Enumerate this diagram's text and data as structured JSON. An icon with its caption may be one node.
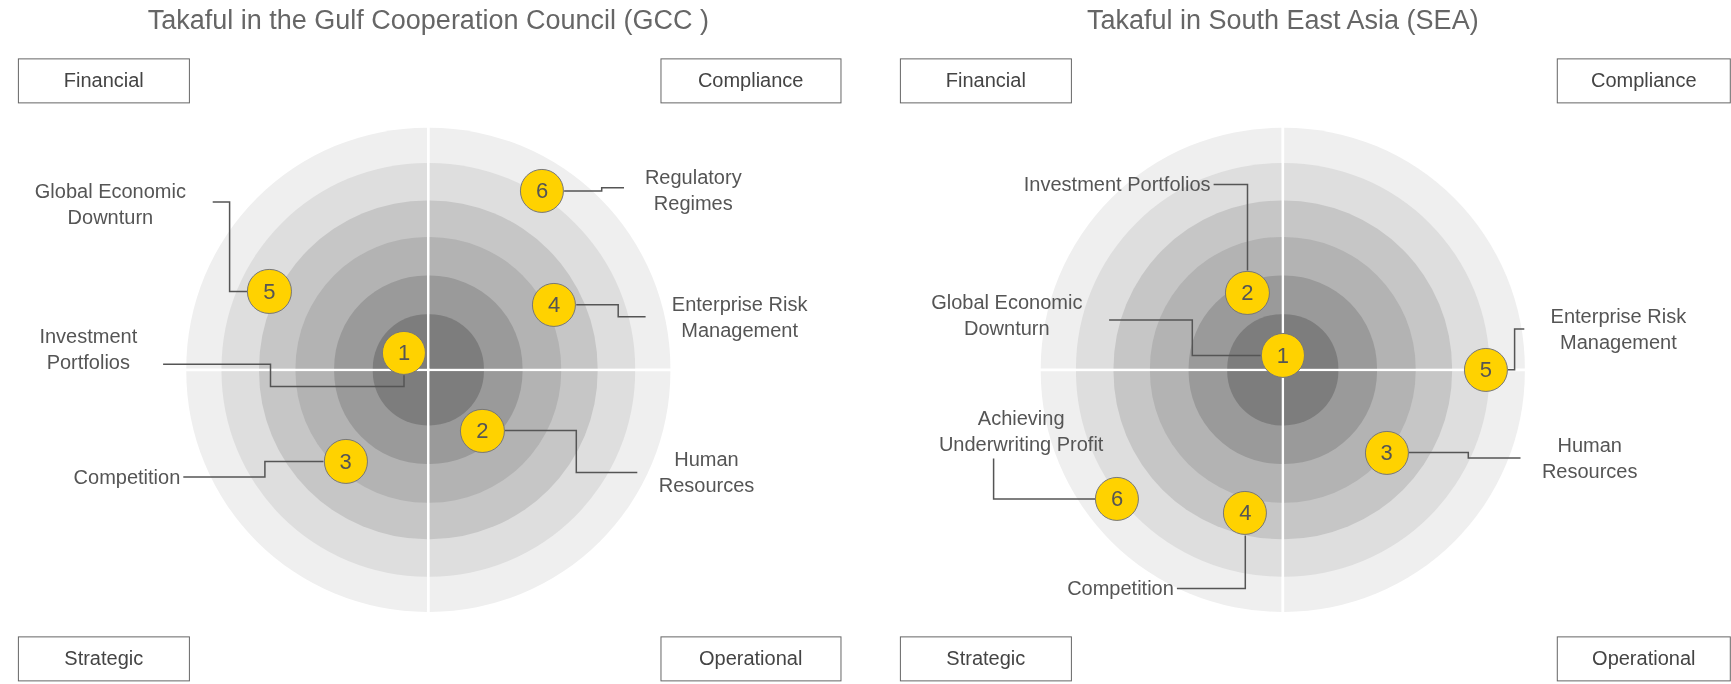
{
  "diagram": {
    "nodes": [
      {
        "text": [
          "Financial"
        ]
      },
      {
        "text": [
          "Compliance"
        ]
      },
      {
        "text": [
          "Strategic"
        ]
      },
      {
        "text": [
          "Operational"
        ]
      },
      {
        "text": [
          "1"
        ]
      },
      {
        "text": [
          "2"
        ]
      },
      {
        "text": [
          "3"
        ]
      },
      {
        "text": [
          "4"
        ]
      },
      {
        "text": [
          "5"
        ]
      },
      {
        "text": [
          "6"
        ]
      },
      {
        "text": [
          "Global Economic Downturn"
        ]
      },
      {
        "text": [
          "Regulatory Regimes"
        ]
      },
      {
        "text": [
          "Enterprise Risk Management"
        ]
      },
      {
        "text": [
          "Investment Portfolios"
        ]
      },
      {
        "text": [
          "Competition"
        ]
      },
      {
        "text": [
          "Human Resources"
        ]
      },
      {
        "text": [
          "Financial"
        ]
      },
      {
        "text": [
          "Compliance"
        ]
      },
      {
        "text": [
          "Strategic"
        ]
      },
      {
        "text": [
          "Operational"
        ]
      },
      {
        "text": [
          "1"
        ]
      },
      {
        "text": [
          "2"
        ]
      },
      {
        "text": [
          "3"
        ]
      },
      {
        "text": [
          "4"
        ]
      },
      {
        "text": [
          "5"
        ]
      },
      {
        "text": [
          "6"
        ]
      },
      {
        "text": [
          "Investment Portfolios"
        ]
      },
      {
        "text": [
          "Global Economic Downturn"
        ]
      },
      {
        "text": [
          "Enterprise Risk Management"
        ]
      },
      {
        "text": [
          "Achieving Underwriting Profit"
        ]
      },
      {
        "text": [
          "Human Resources"
        ]
      },
      {
        "text": [
          "Competition"
        ]
      }
    ],
    "edges": [
      {
        "from": 10,
        "to": 8,
        "arrow": "none"
      },
      {
        "from": 11,
        "to": 9,
        "arrow": "none"
      },
      {
        "from": 12,
        "to": 7,
        "arrow": "none"
      },
      {
        "from": 13,
        "to": 4,
        "arrow": "none"
      },
      {
        "from": 14,
        "to": 6,
        "arrow": "none"
      },
      {
        "from": 15,
        "to": 5,
        "arrow": "none"
      },
      {
        "from": 26,
        "to": 21,
        "arrow": "none"
      },
      {
        "from": 27,
        "to": 20,
        "arrow": "none"
      },
      {
        "from": 28,
        "to": 24,
        "arrow": "none"
      },
      {
        "from": 29,
        "to": 25,
        "arrow": "none"
      },
      {
        "from": 30,
        "to": 22,
        "arrow": "none"
      },
      {
        "from": 31,
        "to": 23,
        "arrow": "none"
      }
    ],
    "labels": [
      "Takaful in the Gulf Cooperation Council (GCC )",
      "Takaful in South East Asia (SEA)"
    ]
  }
}
